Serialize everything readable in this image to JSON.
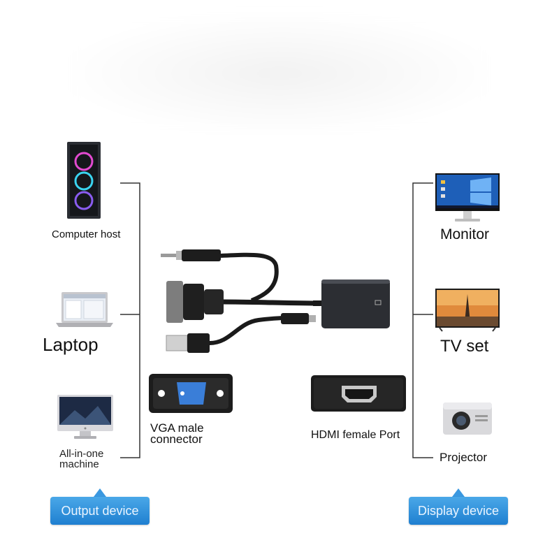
{
  "output_devices": [
    {
      "label": "Computer host",
      "icon": "computer-tower-icon"
    },
    {
      "label": "Laptop",
      "icon": "laptop-icon"
    },
    {
      "label": "All-in-one\nmachine",
      "icon": "all-in-one-pc-icon"
    }
  ],
  "display_devices": [
    {
      "label": "Monitor",
      "icon": "monitor-icon"
    },
    {
      "label": "TV set",
      "icon": "tv-icon"
    },
    {
      "label": "Projector",
      "icon": "projector-icon"
    }
  ],
  "vga_connector": {
    "label_line1": "VGA male",
    "label_line2": "connector",
    "icon": "vga-port-icon"
  },
  "hdmi_port": {
    "label": "HDMI female Port",
    "icon": "hdmi-port-icon"
  },
  "buttons": {
    "output": "Output device",
    "display": "Display device"
  },
  "colors": {
    "button_blue": "#2a8ee0",
    "cable_black": "#1a1a1a",
    "line_gray": "#333333"
  }
}
